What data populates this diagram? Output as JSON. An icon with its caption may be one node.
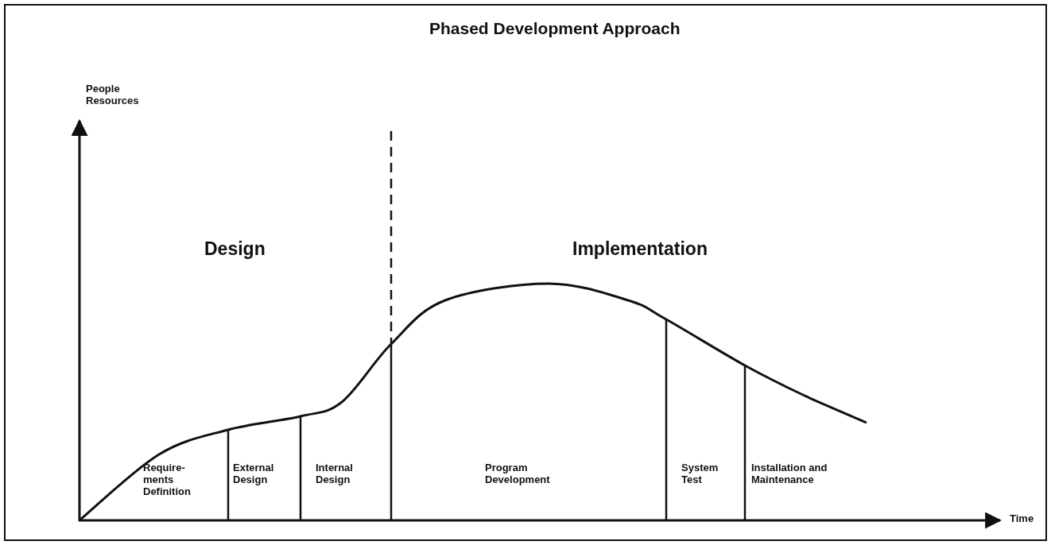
{
  "diagram": {
    "title": "Phased Development Approach",
    "labels": [
      "People Resources",
      "Design",
      "Implementation",
      "Require- ments Definition",
      "External Design",
      "Internal Design",
      "Program Development",
      "System Test",
      "Installation and Maintenance",
      "Time"
    ]
  }
}
